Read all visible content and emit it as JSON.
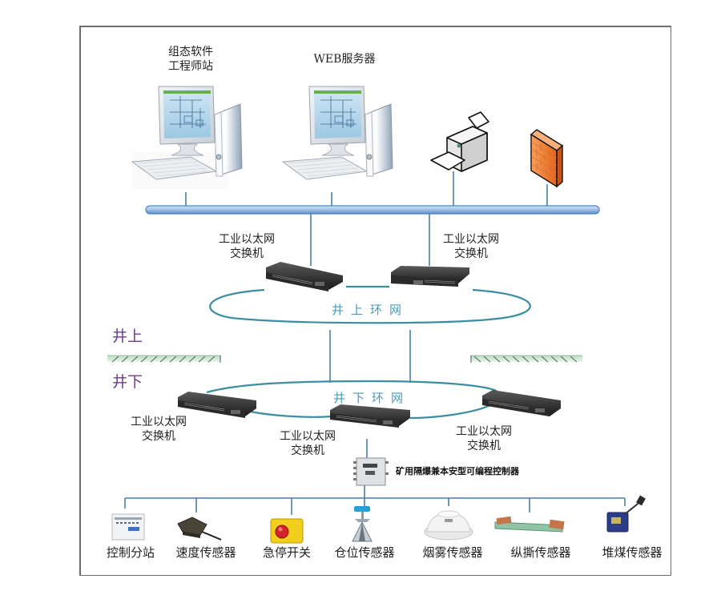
{
  "diagram": {
    "top_devices": [
      {
        "id": "eng-station",
        "label_lines": [
          "组态软件",
          "工程师站"
        ],
        "icon": "desktop-computer-icon"
      },
      {
        "id": "web-server",
        "label_lines": [
          "WEB服务器"
        ],
        "icon": "desktop-computer-icon"
      },
      {
        "id": "printer",
        "label_lines": [],
        "icon": "printer-icon"
      },
      {
        "id": "firewall",
        "label_lines": [],
        "icon": "firewall-icon"
      }
    ],
    "surface_switches": [
      {
        "label_lines": [
          "工业以太网",
          "交换机"
        ]
      },
      {
        "label_lines": [
          "工业以太网",
          "交换机"
        ]
      }
    ],
    "surface_ring_label": "井上环网",
    "zone_labels": {
      "above": "井上",
      "below": "井下"
    },
    "underground_ring_label": "井下环网",
    "underground_switches": [
      {
        "label_lines": [
          "工业以太网",
          "交换机"
        ]
      },
      {
        "label_lines": [
          "工业以太网",
          "交换机"
        ]
      },
      {
        "label_lines": [
          "工业以太网",
          "交换机"
        ]
      }
    ],
    "controller": {
      "label": "矿用隔爆兼本安型可编程控制器",
      "icon": "plc-controller-icon"
    },
    "field_devices": [
      {
        "label": "控制分站",
        "icon": "control-substation-icon"
      },
      {
        "label": "速度传感器",
        "icon": "speed-sensor-icon"
      },
      {
        "label": "急停开关",
        "icon": "emergency-stop-icon"
      },
      {
        "label": "仓位传感器",
        "icon": "level-sensor-icon"
      },
      {
        "label": "烟雾传感器",
        "icon": "smoke-sensor-icon"
      },
      {
        "label": "纵撕传感器",
        "icon": "tear-sensor-icon"
      },
      {
        "label": "堆煤传感器",
        "icon": "coal-pile-sensor-icon"
      }
    ],
    "colors": {
      "bus": "#5b8fc9",
      "bus_fill": "#a9c6ea",
      "ring": "#3b8ea0",
      "link": "#4a7fae",
      "zone_text": "#6a3e8a",
      "ring_text": "#4a9ab8",
      "ground_fill": "#cfe9d4",
      "firewall": "#f07a2c"
    }
  }
}
